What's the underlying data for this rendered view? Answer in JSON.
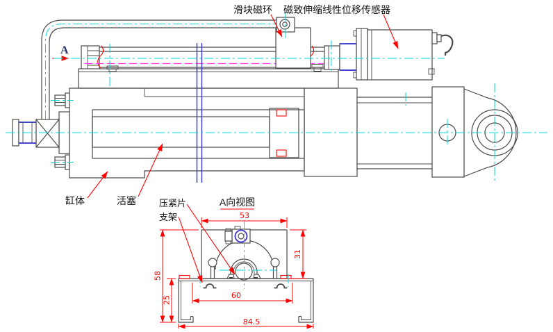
{
  "drawing": {
    "type": "engineering-cad-drawing",
    "labels": {
      "slider_magnet_ring": "滑块磁环",
      "sensor": "磁致伸缩线性位移传感器",
      "cylinder_body": "缸体",
      "piston": "活塞",
      "pressing_piece": "压紧片",
      "bracket": "支架",
      "view_a_title": "A向视图",
      "section_marker": "A"
    },
    "dimensions": {
      "plate_width": "53",
      "plate_height": "31",
      "total_height": "58",
      "channel_height": "25",
      "clip_span": "60",
      "total_width": "84.5"
    },
    "colors": {
      "outline": "#4a4a4a",
      "hatch": "#ee2222",
      "dimension": "#ff0000",
      "centerline": "#00d8d8",
      "sensor_axis": "#ff40ff",
      "break_line": "#3434cc",
      "accent_blue": "#3434cc",
      "label_text": "#111111",
      "marker_text": "#28336e"
    }
  }
}
